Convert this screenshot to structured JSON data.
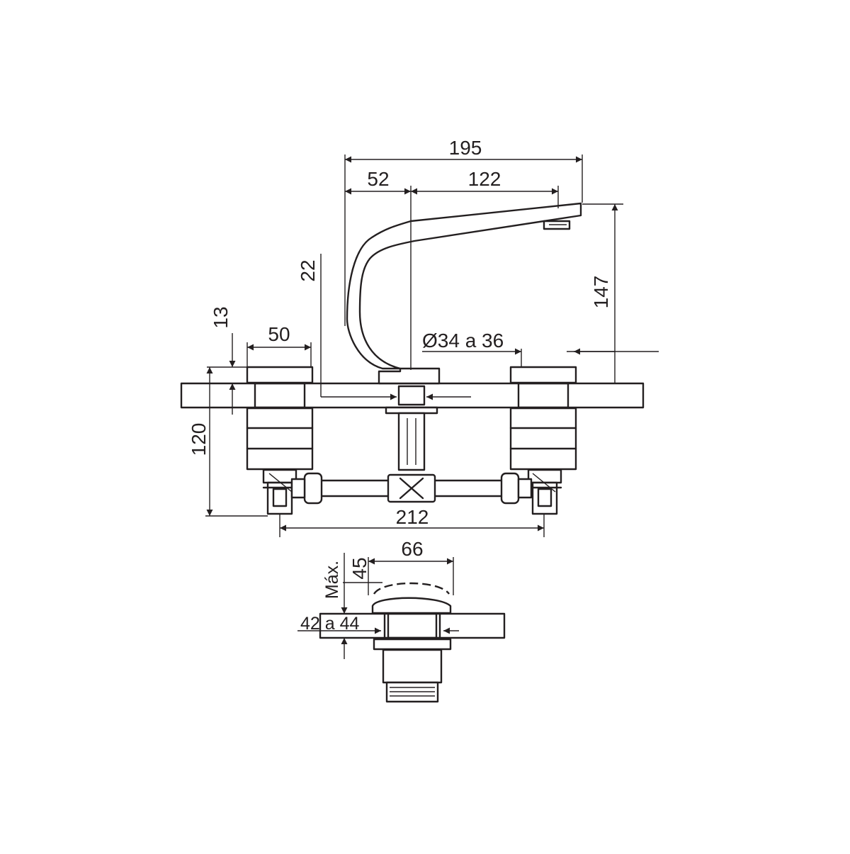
{
  "faucet": {
    "dim_overall_spout": "195",
    "dim_spout_offset": "52",
    "dim_spout_reach": "122",
    "dim_spout_height": "147",
    "dim_22": "22",
    "dim_hole": "Ø34 a 36",
    "dim_handle_width": "50",
    "dim_handle_gap": "13",
    "dim_below_deck": "120",
    "dim_handle_spacing": "212"
  },
  "drain": {
    "dim_cap_width": "66",
    "dim_max_label": "Máx.",
    "dim_max_value": "45",
    "dim_hole": "42 a 44"
  }
}
